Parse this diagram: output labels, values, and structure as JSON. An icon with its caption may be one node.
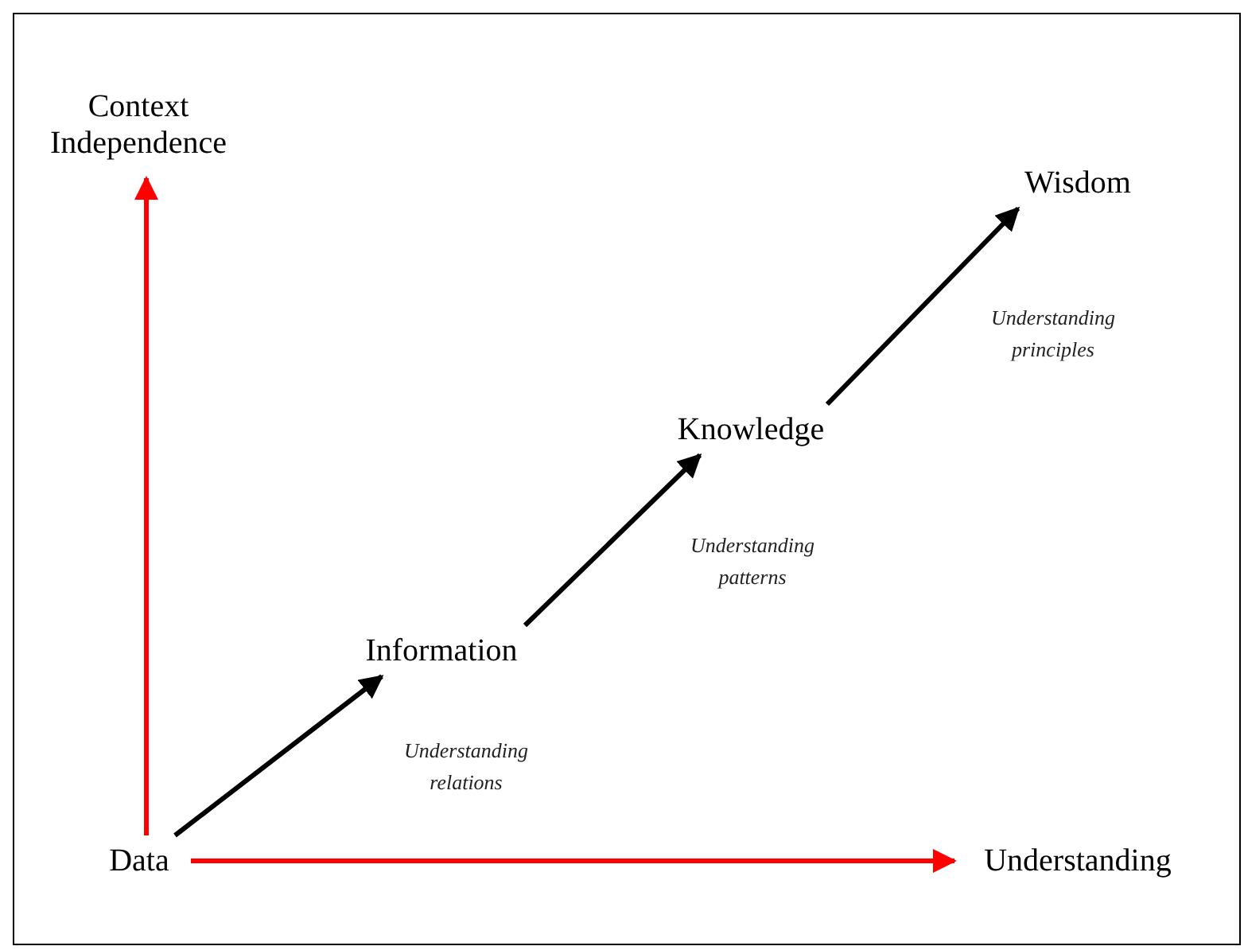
{
  "diagram": {
    "nodes": [
      {
        "text": [
          "Data"
        ]
      },
      {
        "text": [
          "Information"
        ]
      },
      {
        "text": [
          "Knowledge"
        ]
      },
      {
        "text": [
          "Wisdom"
        ]
      },
      {
        "text": [
          "Context Independence"
        ]
      },
      {
        "text": [
          "Understanding"
        ]
      }
    ],
    "edges": [
      {
        "from": 0,
        "to": 1,
        "arrow": "to",
        "label": "Understanding relations"
      },
      {
        "from": 1,
        "to": 2,
        "arrow": "to",
        "label": "Understanding patterns"
      },
      {
        "from": 2,
        "to": 3,
        "arrow": "to",
        "label": "Understanding principles"
      },
      {
        "from": 0,
        "to": 4,
        "arrow": "to",
        "color": "#ff0000"
      },
      {
        "from": 0,
        "to": 5,
        "arrow": "to",
        "color": "#ff0000"
      }
    ]
  }
}
